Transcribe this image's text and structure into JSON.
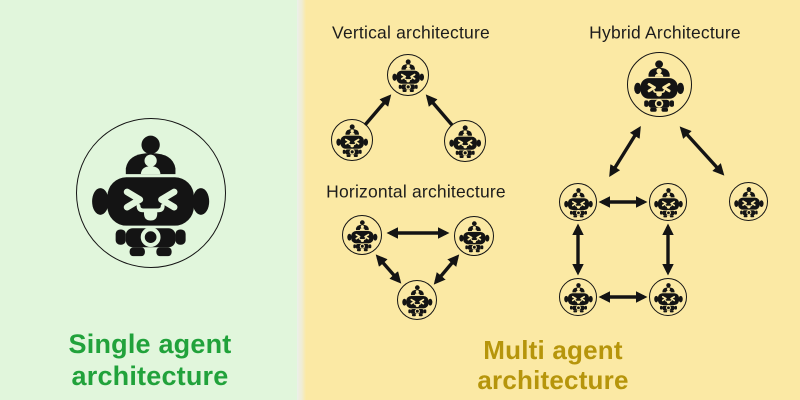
{
  "left_panel": {
    "label": "Single agent architecture",
    "text_color": "#21A23B",
    "background": "#E1F6DC",
    "icon": "robot-agent-icon",
    "agent_count": 1
  },
  "right_panel": {
    "label": "Multi agent architecture",
    "text_color": "#B6950B",
    "background": "#FBE9A4",
    "diagrams": [
      {
        "id": "vertical",
        "title": "Vertical architecture",
        "agent_count": 3,
        "arrow_style": "one-way arrows from two subordinate agents up to one top agent"
      },
      {
        "id": "horizontal",
        "title": "Horizontal architecture",
        "agent_count": 3,
        "arrow_style": "bidirectional arrows between all three agents"
      },
      {
        "id": "hybrid",
        "title": "Hybrid Architecture",
        "agent_count": 6,
        "arrow_style": "bidirectional arrows: large top agent linked to two middle agents; grid links among middle and bottom agents"
      }
    ]
  },
  "colors": {
    "ink": "#141414",
    "divider": "#ECF0EA"
  }
}
